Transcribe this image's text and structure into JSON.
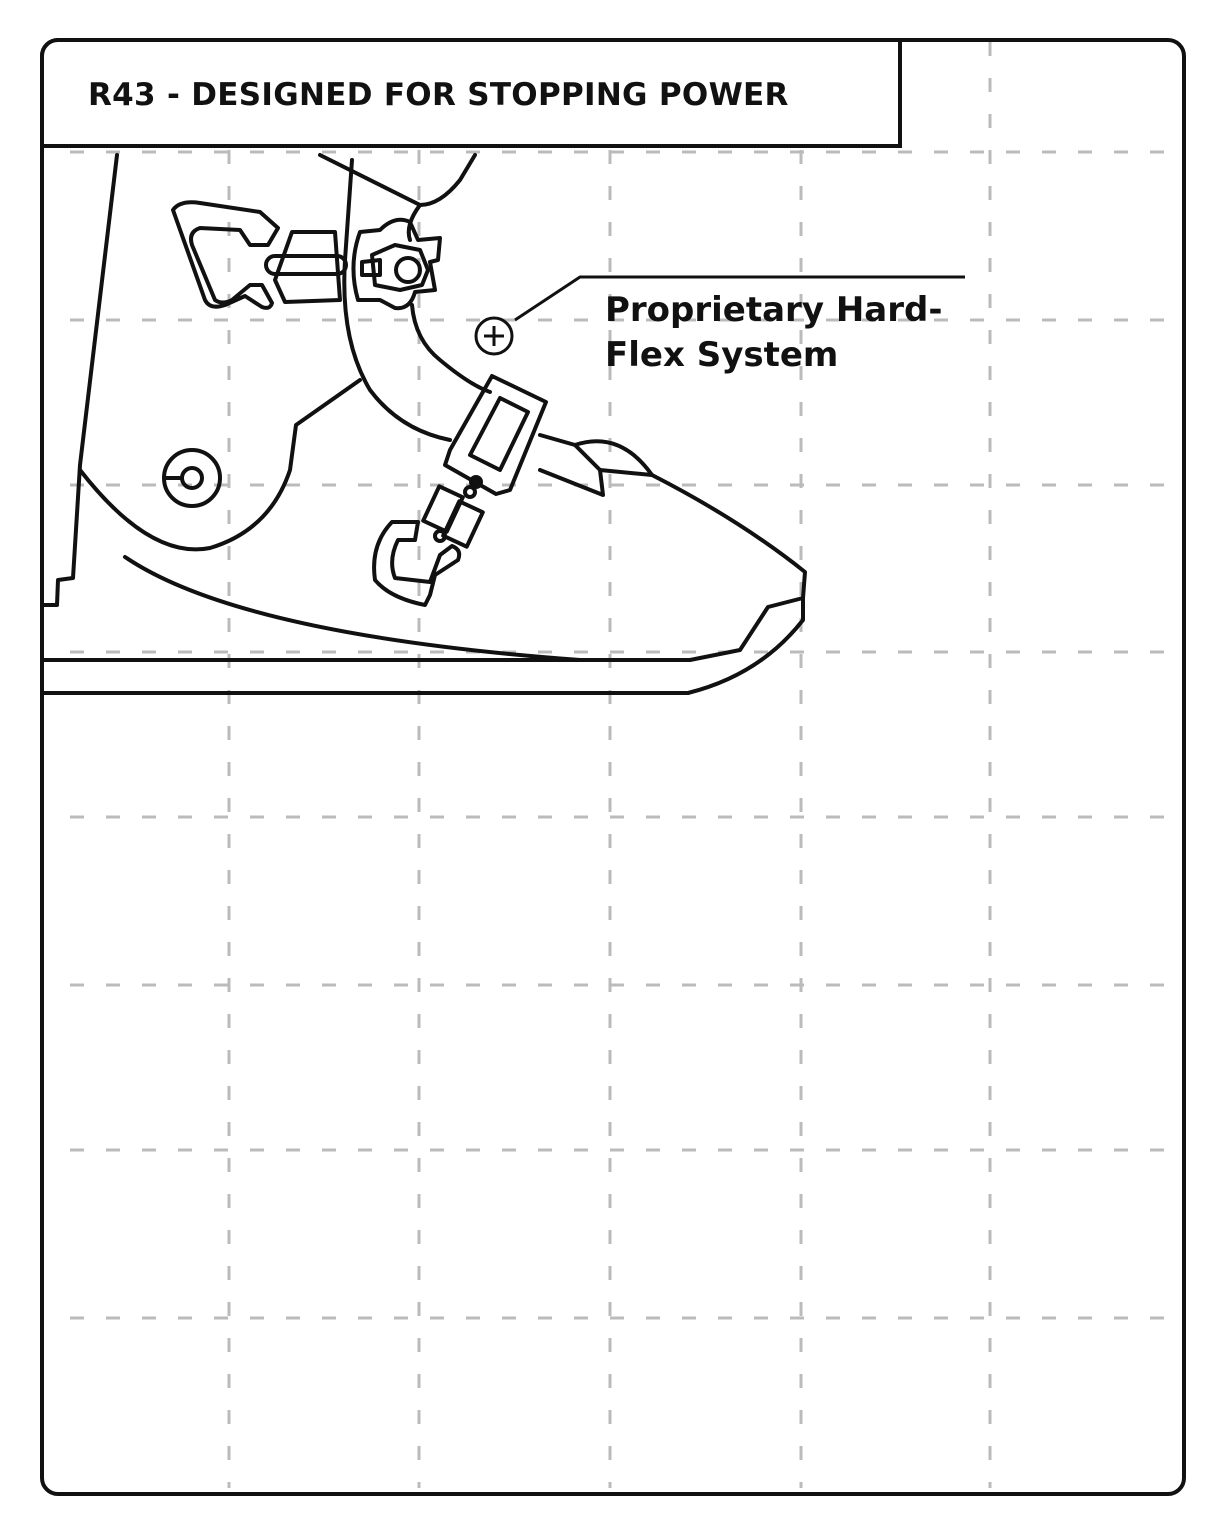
{
  "title": "R43 - DESIGNED FOR STOPPING POWER",
  "callout": {
    "line1": "Proprietary Hard-",
    "line2": "Flex System",
    "icon": "plus-circle-icon"
  },
  "colors": {
    "stroke": "#111111",
    "grid": "#bbbbbb",
    "background": "#ffffff"
  }
}
